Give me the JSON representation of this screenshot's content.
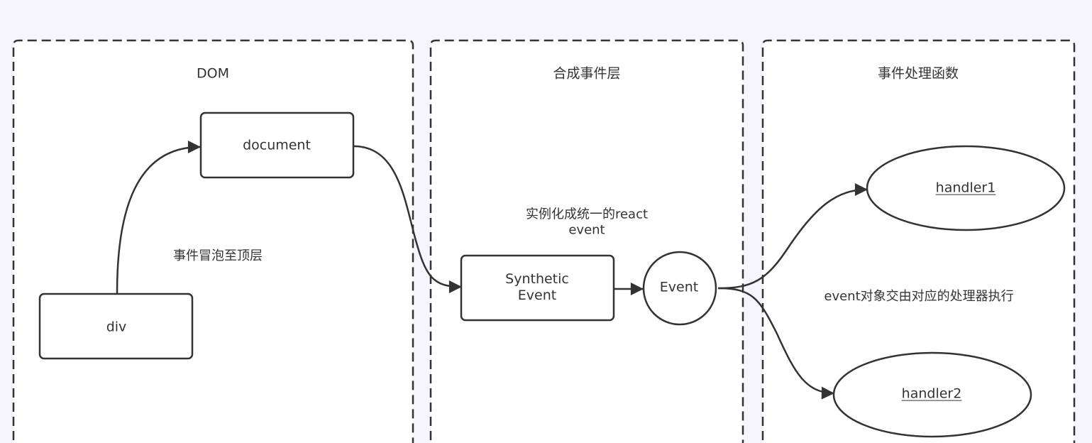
{
  "diagram": {
    "lanes": [
      {
        "id": "dom",
        "title": "DOM"
      },
      {
        "id": "synthetic",
        "title": "合成事件层"
      },
      {
        "id": "handlers",
        "title": "事件处理函数"
      }
    ],
    "nodes": {
      "div": {
        "label": "div",
        "shape": "rounded-rect"
      },
      "document": {
        "label": "document",
        "shape": "rounded-rect"
      },
      "synthetic_event": {
        "label_line1": "Synthetic",
        "label_line2": "Event",
        "shape": "rounded-rect"
      },
      "event": {
        "label": "Event",
        "shape": "circle"
      },
      "handler1": {
        "label": "handler1",
        "shape": "ellipse",
        "underlined": true
      },
      "handler2": {
        "label": "handler2",
        "shape": "ellipse",
        "underlined": true
      }
    },
    "annotations": {
      "bubble": "事件冒泡至顶层",
      "instantiate_line1": "实例化成统一的react",
      "instantiate_line2": "event",
      "dispatch": "event对象交由对应的处理器执行"
    },
    "edges": [
      {
        "from": "div",
        "to": "document"
      },
      {
        "from": "document",
        "to": "synthetic_event"
      },
      {
        "from": "synthetic_event",
        "to": "event"
      },
      {
        "from": "event",
        "to": "handler1"
      },
      {
        "from": "event",
        "to": "handler2"
      }
    ],
    "colors": {
      "background": "#f5f5fb",
      "lane_fill": "#ffffff",
      "stroke": "#333333",
      "text": "#333333"
    }
  }
}
